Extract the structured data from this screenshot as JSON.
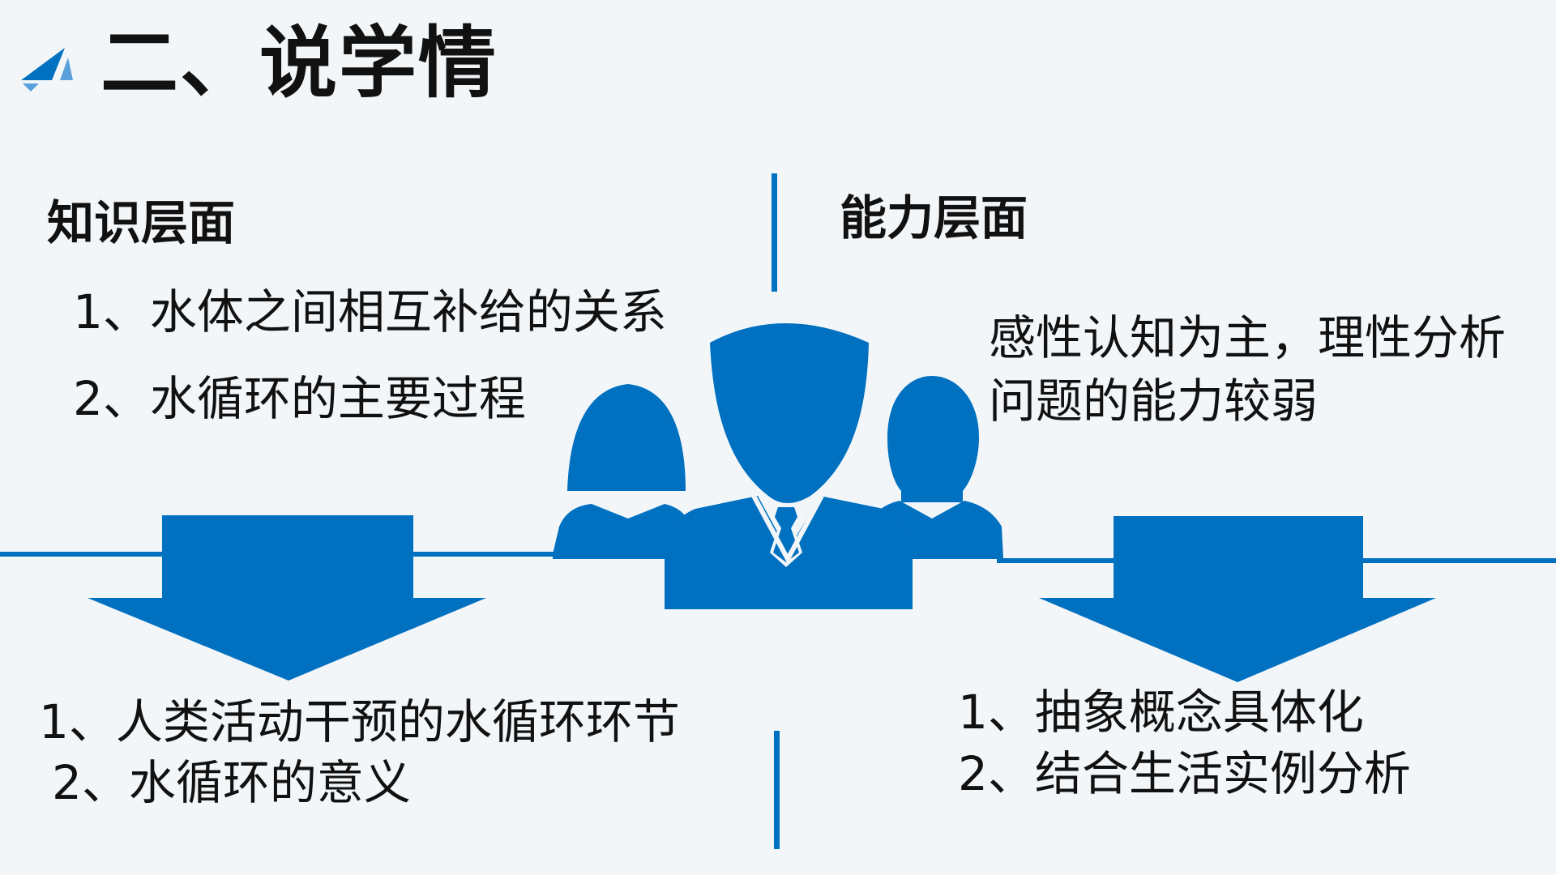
{
  "title": "二、说学情",
  "knowledge": {
    "heading": "知识层面",
    "before": [
      "1、水体之间相互补给的关系",
      "2、水循环的主要过程"
    ],
    "after": [
      "1、人类活动干预的水循环环节",
      "2、水循环的意义"
    ]
  },
  "ability": {
    "heading": "能力层面",
    "before": "感性认知为主，理性分析问题的能力较弱",
    "after": [
      "1、抽象概念具体化",
      "2、结合生活实例分析"
    ]
  },
  "icons": {
    "corner": "triangle-arrow-icon",
    "people": "people-group-icon",
    "arrow": "down-arrow-icon"
  },
  "colors": {
    "background": "#f3f6f9",
    "accent": "#0070c0",
    "accent_light": "#5aa0dc",
    "text": "#111111"
  }
}
